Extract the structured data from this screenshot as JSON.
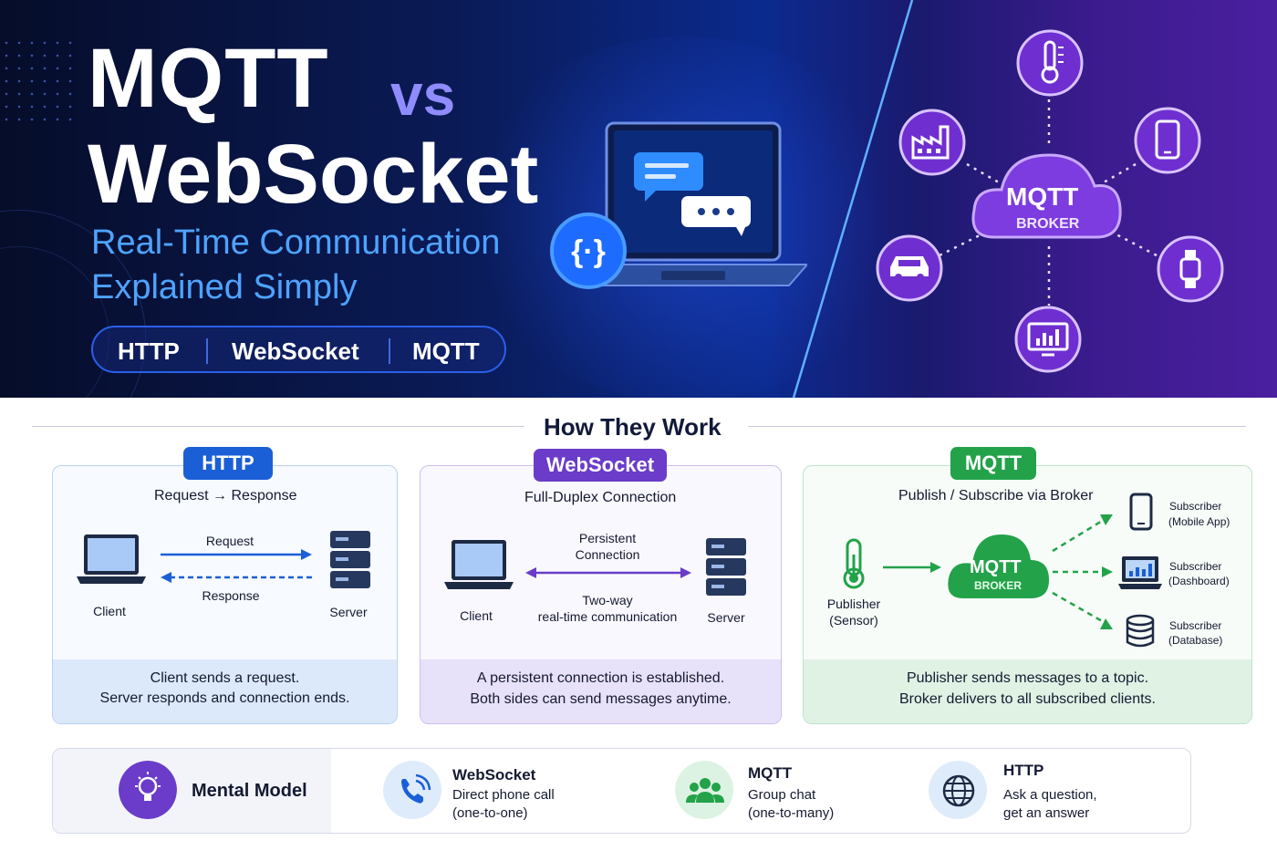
{
  "hero": {
    "title_part1": "MQTT",
    "title_vs": "vs",
    "title_part2": "WebSocket",
    "subtitle_line1": "Real-Time Communication",
    "subtitle_line2": "Explained Simply",
    "protocols": [
      "HTTP",
      "WebSocket",
      "MQTT"
    ],
    "broker_title": "MQTT",
    "broker_sub": "BROKER"
  },
  "section": {
    "title": "How They Work"
  },
  "http_card": {
    "badge": "HTTP",
    "subtitle": "Request → Response",
    "request_label": "Request",
    "response_label": "Response",
    "client_label": "Client",
    "server_label": "Server",
    "footer_line1": "Client sends a request.",
    "footer_line2": "Server responds and connection ends."
  },
  "ws_card": {
    "badge": "WebSocket",
    "subtitle": "Full-Duplex Connection",
    "top_label_1": "Persistent",
    "top_label_2": "Connection",
    "bottom_label_1": "Two-way",
    "bottom_label_2": "real-time communication",
    "client_label": "Client",
    "server_label": "Server",
    "footer_line1": "A persistent connection is established.",
    "footer_line2": "Both sides can send messages anytime."
  },
  "mqtt_card": {
    "badge": "MQTT",
    "subtitle": "Publish / Subscribe via Broker",
    "publisher_1": "Publisher",
    "publisher_2": "(Sensor)",
    "broker_title": "MQTT",
    "broker_sub": "BROKER",
    "subscribers": [
      {
        "title": "Subscriber",
        "detail": "(Mobile App)"
      },
      {
        "title": "Subscriber",
        "detail": "(Dashboard)"
      },
      {
        "title": "Subscriber",
        "detail": "(Database)"
      }
    ],
    "footer_line1": "Publisher sends messages to a topic.",
    "footer_line2": "Broker delivers to all subscribed clients."
  },
  "mental_model": {
    "title": "Mental Model",
    "items": [
      {
        "title": "WebSocket",
        "line1": "Direct phone call",
        "line2": "(one-to-one)",
        "icon": "phone-icon"
      },
      {
        "title": "MQTT",
        "line1": "Group chat",
        "line2": "(one-to-many)",
        "icon": "group-icon"
      },
      {
        "title": "HTTP",
        "line1": "Ask a question,",
        "line2": "get an answer",
        "icon": "globe-icon"
      }
    ]
  },
  "colors": {
    "http_blue": "#1a5fd6",
    "ws_purple": "#6a3cc9",
    "mqtt_green": "#23a24a",
    "hero_accent": "#4fa3ff"
  }
}
